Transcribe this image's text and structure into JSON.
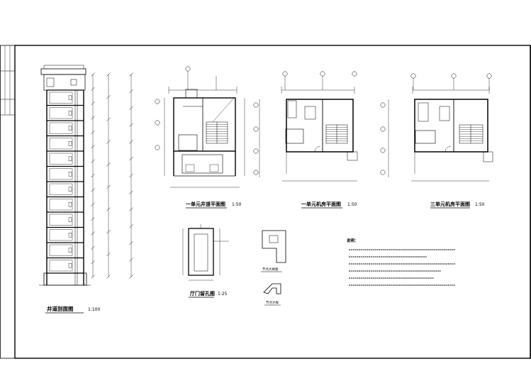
{
  "drawing": {
    "titles": {
      "shaft_section": "井道剖面图",
      "shaft_section_scale": "1:100",
      "unit1_pit_plan": "一单元井道平面图",
      "unit1_pit_plan_scale": "1:50",
      "unit1_machine_plan": "一单元机房平面图",
      "unit1_machine_plan_scale": "1:50",
      "unit3_machine_plan": "三单元机房平面图",
      "unit3_machine_plan_scale": "1:50",
      "hall_door_detail": "厅门留孔图",
      "hall_door_detail_scale": "1:25",
      "detail_a": "节点大样图",
      "detail_b": "节点大样"
    },
    "notes_heading": "说明："
  }
}
